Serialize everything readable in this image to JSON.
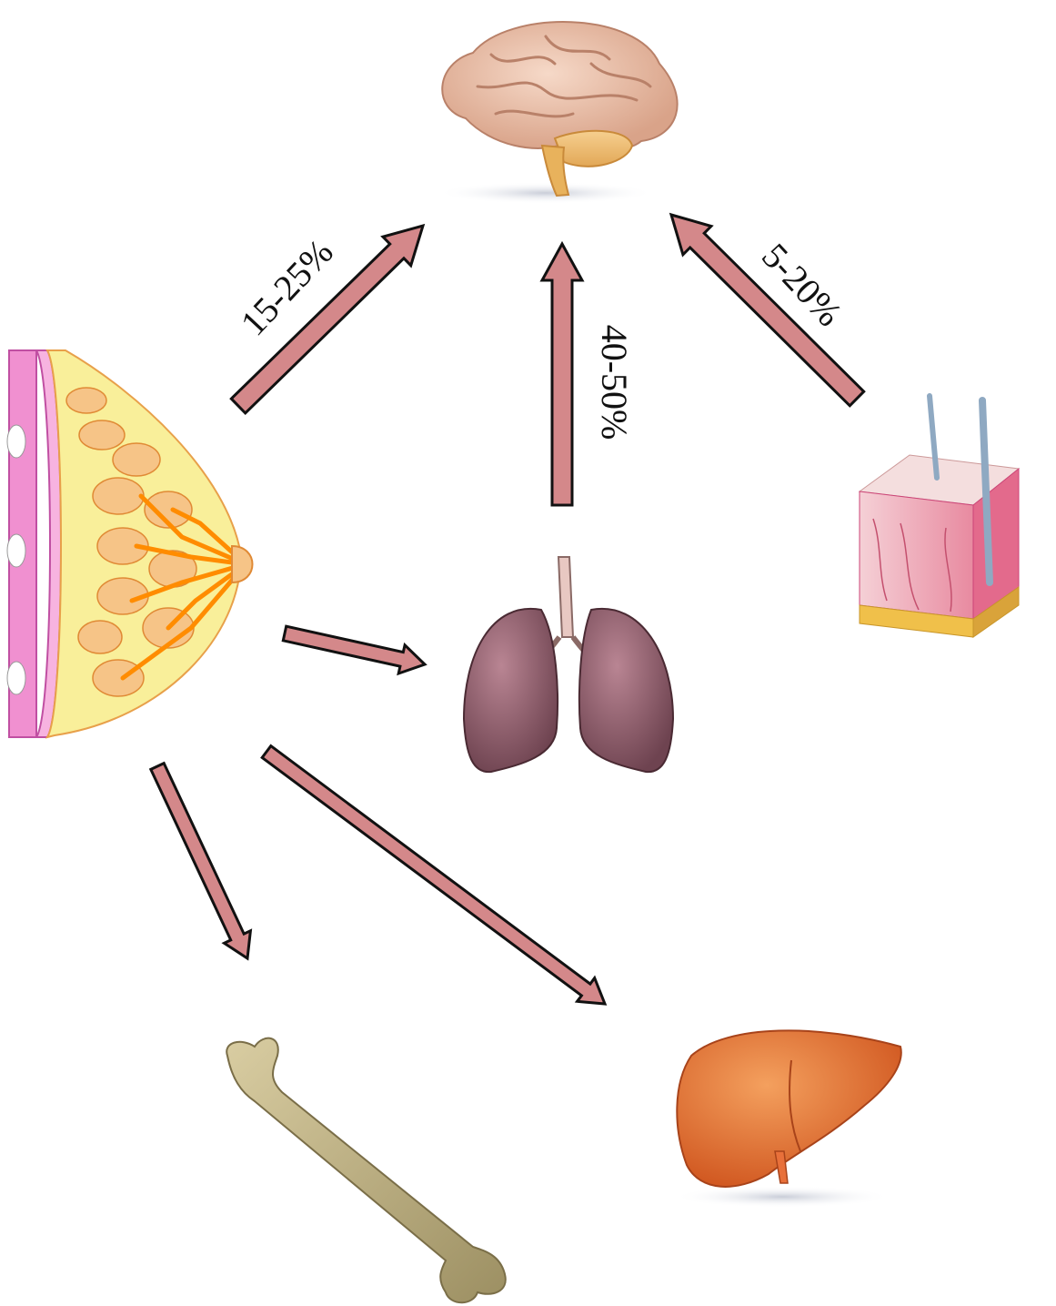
{
  "diagram": {
    "organs": [
      {
        "id": "breast",
        "icon": "breast-anatomy-icon"
      },
      {
        "id": "brain",
        "icon": "brain-icon"
      },
      {
        "id": "lungs",
        "icon": "lungs-icon"
      },
      {
        "id": "skin",
        "icon": "skin-cross-section-icon"
      },
      {
        "id": "bone",
        "icon": "femur-bone-icon"
      },
      {
        "id": "liver",
        "icon": "liver-icon"
      }
    ],
    "labels": {
      "breast_to_brain": "15-25%",
      "lungs_to_brain": "40-50%",
      "skin_to_brain": "5-20%"
    },
    "colors": {
      "arrow_fill": "#d4888a",
      "arrow_stroke": "#111111"
    }
  }
}
